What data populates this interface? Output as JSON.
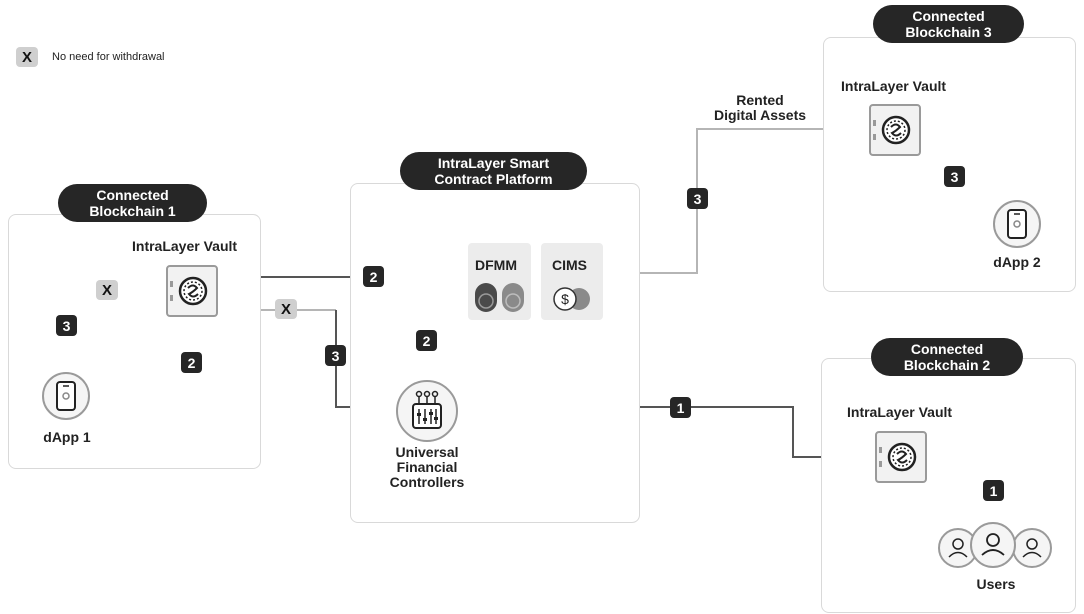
{
  "legend": {
    "symbol": "X",
    "text": "No need for withdrawal"
  },
  "blockchain1": {
    "title_line1": "Connected",
    "title_line2": "Blockchain 1",
    "vault_label": "IntraLayer Vault",
    "dapp_label": "dApp 1"
  },
  "platform": {
    "title_line1": "IntraLayer Smart",
    "title_line2": "Contract Platform",
    "dfmm": "DFMM",
    "cims": "CIMS",
    "ufc_line1": "Universal",
    "ufc_line2": "Financial",
    "ufc_line3": "Controllers"
  },
  "blockchain3": {
    "title_line1": "Connected",
    "title_line2": "Blockchain 3",
    "vault_label": "IntraLayer Vault",
    "dapp_label": "dApp 2"
  },
  "blockchain2": {
    "title_line1": "Connected",
    "title_line2": "Blockchain 2",
    "vault_label": "IntraLayer Vault",
    "users_label": "Users"
  },
  "rented": {
    "line1": "Rented",
    "line2": "Digital Assets"
  },
  "steps": {
    "one": "1",
    "two": "2",
    "three": "3",
    "x": "X"
  }
}
